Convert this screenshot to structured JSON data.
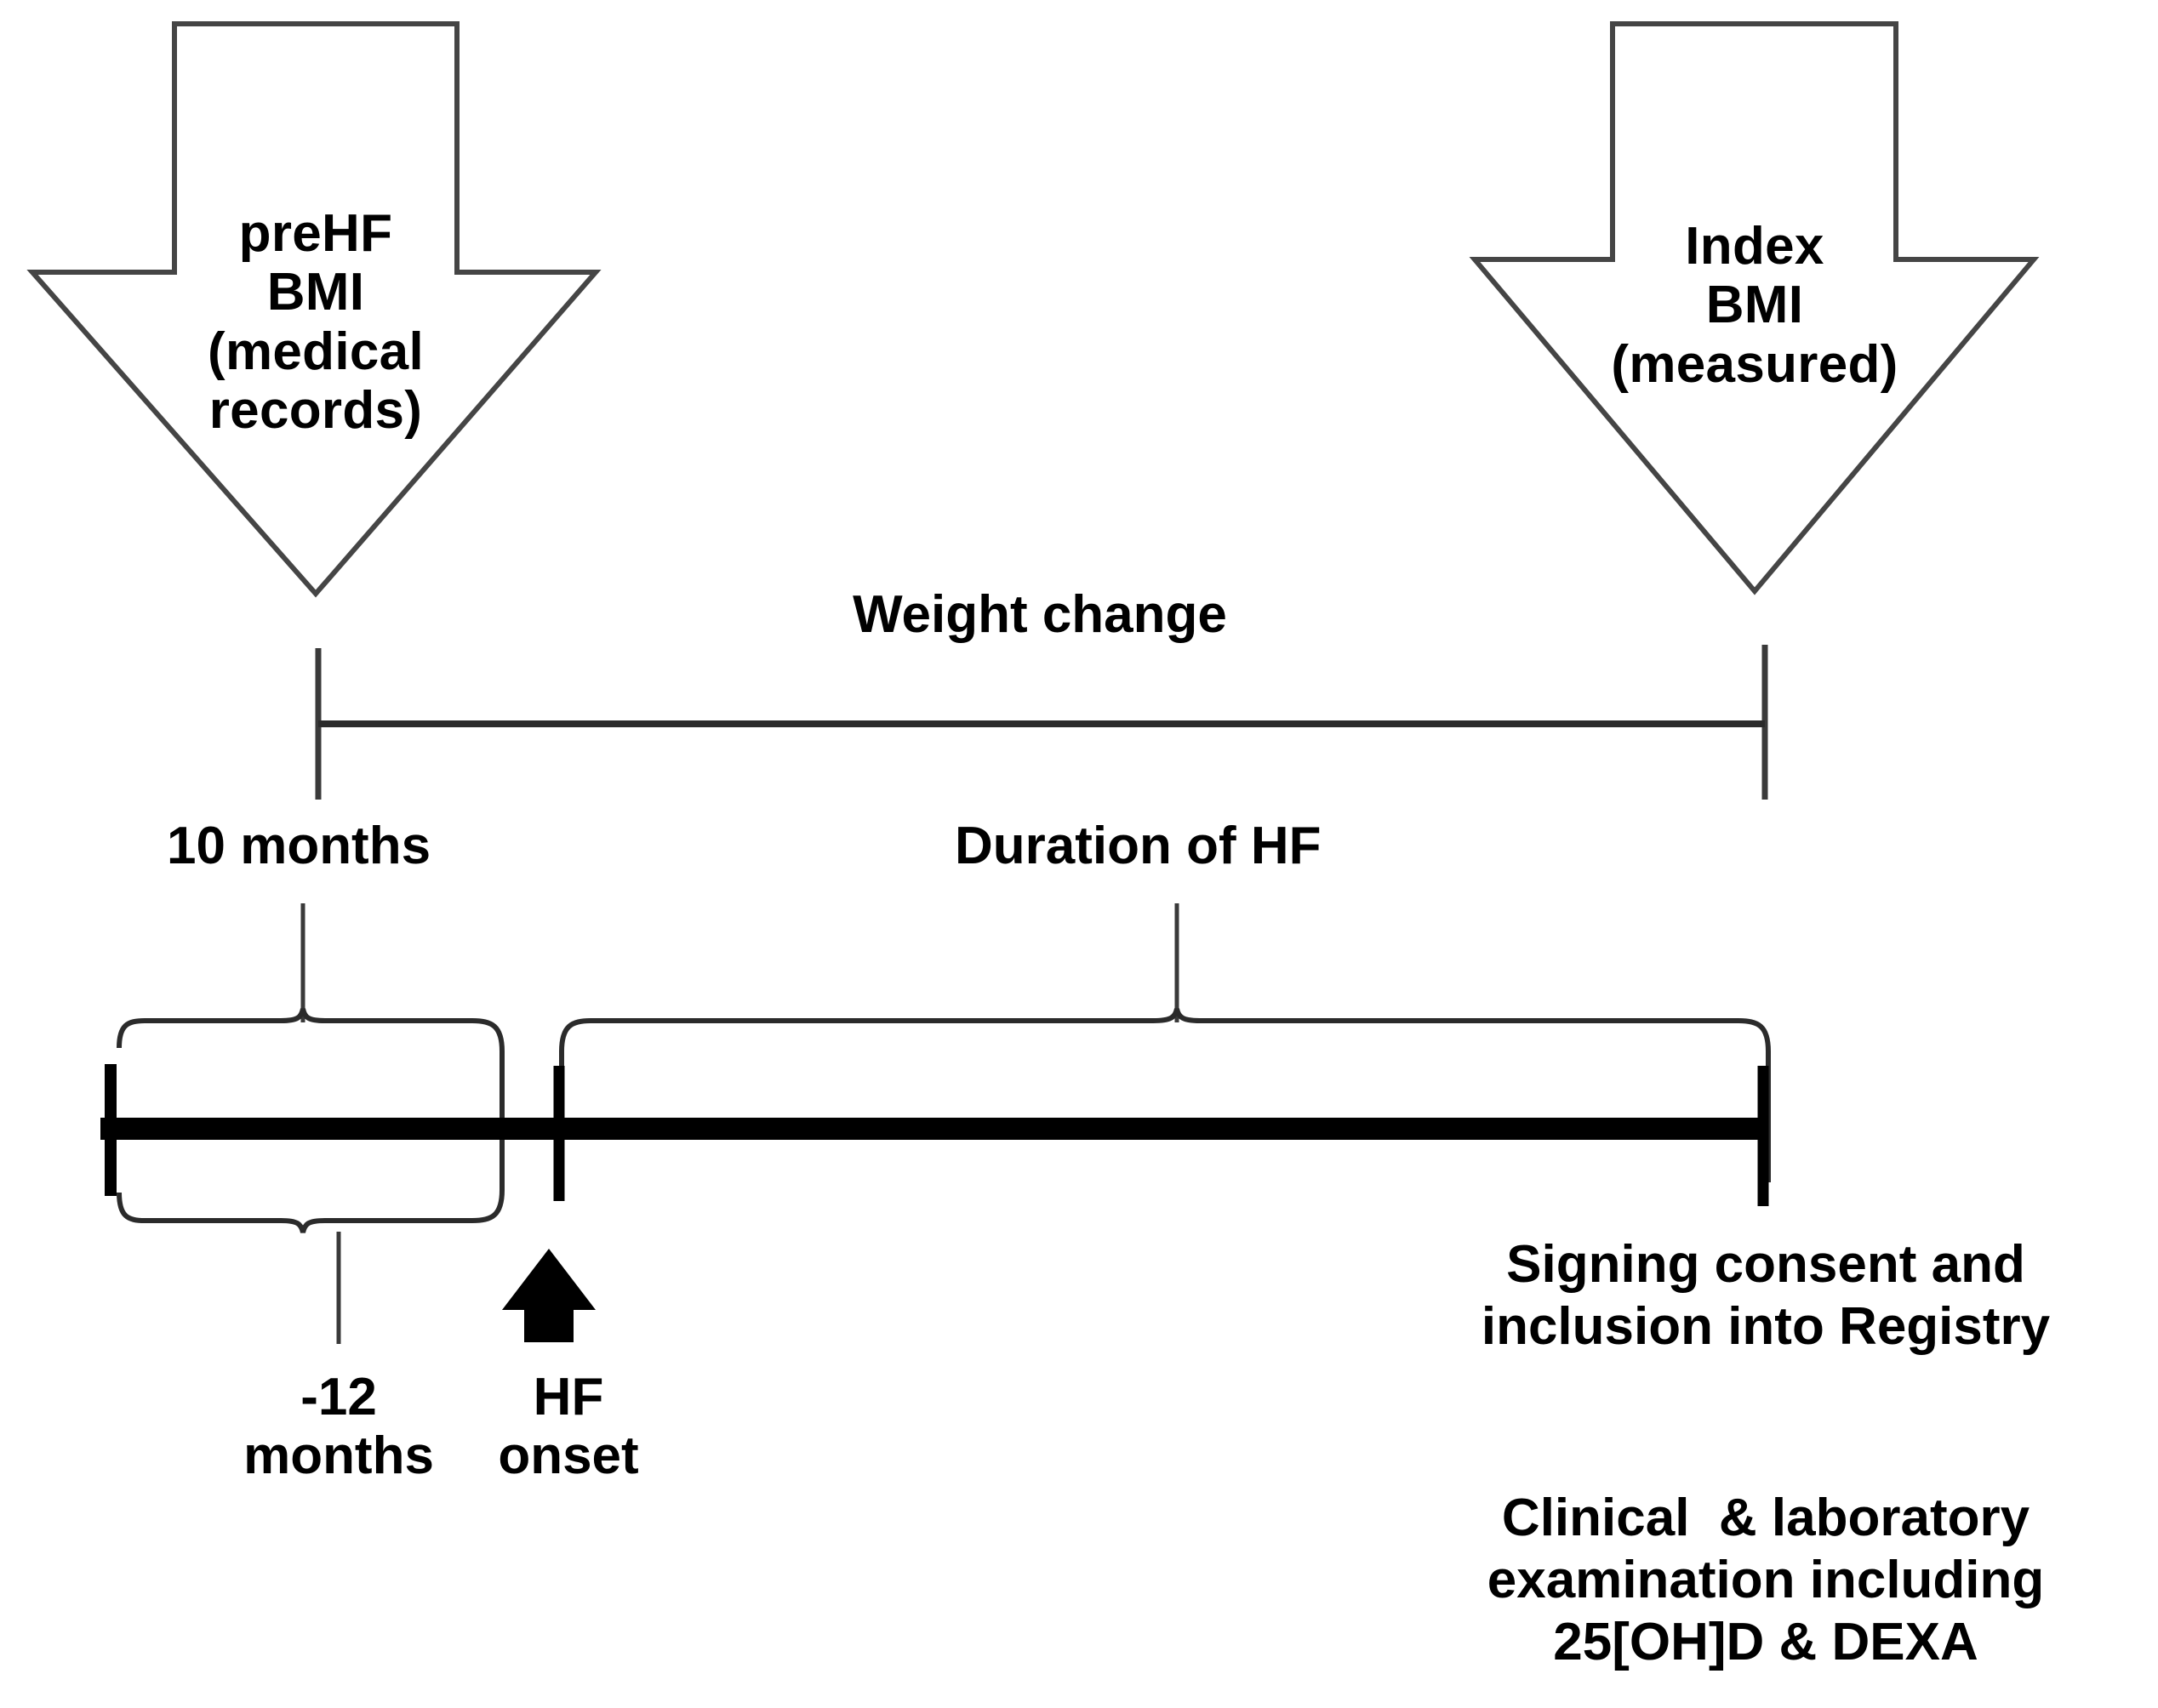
{
  "diagram": {
    "type": "study-timeline",
    "title_visible": false,
    "background_color": "#ffffff",
    "line_color": "#3a3a3a",
    "bold_line_color": "#000000",
    "text_color": "#000000"
  },
  "arrows": [
    {
      "id": "prehf-bmi-arrow",
      "direction": "down",
      "lines": [
        "preHF",
        "BMI",
        "(medical",
        "records)"
      ],
      "text": "preHF\nBMI\n(medical\nrecords)"
    },
    {
      "id": "index-bmi-arrow",
      "direction": "down",
      "lines": [
        "Index",
        "BMI",
        "(measured)"
      ],
      "text": "Index\nBMI\n(measured)"
    }
  ],
  "measures": {
    "weight_change": {
      "label": "Weight change",
      "from": "preHF BMI",
      "to": "Index BMI"
    }
  },
  "braces": [
    {
      "id": "ten-months-brace",
      "label": "10 months",
      "span_start": "-12 months",
      "span_end": "HF onset"
    },
    {
      "id": "duration-of-hf-brace",
      "label": "Duration of HF",
      "span_start": "HF onset",
      "span_end": "Signing consent and inclusion into Registry"
    }
  ],
  "timeline": {
    "points": [
      {
        "id": "minus-12-months",
        "label": "-12\nmonths",
        "lines": [
          "-12",
          "months"
        ]
      },
      {
        "id": "hf-onset",
        "label": "HF\nonset",
        "lines": [
          "HF",
          "onset"
        ],
        "marker": "up-arrow"
      },
      {
        "id": "registry-inclusion",
        "label": "Signing consent and\ninclusion into Registry",
        "lines": [
          "Signing consent and",
          "inclusion into Registry"
        ]
      }
    ]
  },
  "notes": [
    {
      "id": "examination-note",
      "lines": [
        "Clinical  & laboratory",
        "examination including",
        "25[OH]D & DEXA"
      ],
      "text": "Clinical  & laboratory\nexamination including\n25[OH]D & DEXA"
    }
  ]
}
